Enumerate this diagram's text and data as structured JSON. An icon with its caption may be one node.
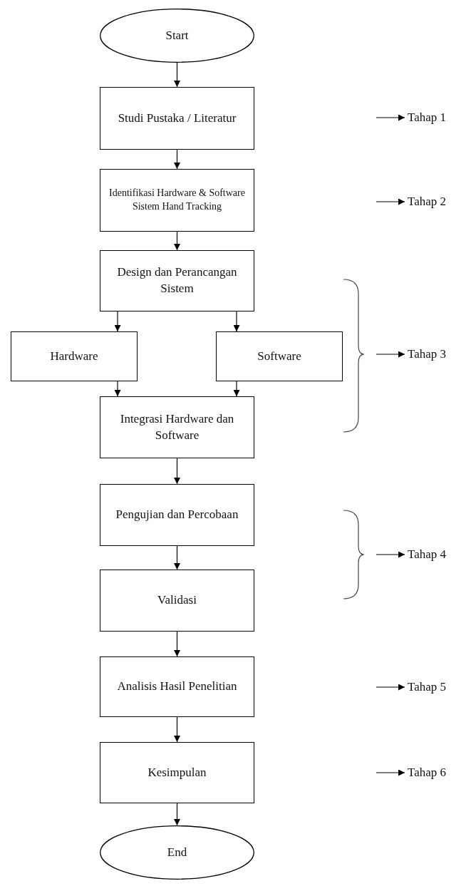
{
  "diagram": {
    "nodes": [
      {
        "text": [
          "Start"
        ]
      },
      {
        "text": [
          "Studi Pustaka / Literatur"
        ]
      },
      {
        "text": [
          "Tahap 1"
        ]
      },
      {
        "text": [
          "Identifikasi Hardware & Software Sistem Hand Tracking"
        ]
      },
      {
        "text": [
          "Tahap 2"
        ]
      },
      {
        "text": [
          "Design dan Perancangan Sistem"
        ]
      },
      {
        "text": [
          "Hardware"
        ]
      },
      {
        "text": [
          "Software"
        ]
      },
      {
        "text": [
          "Tahap 3"
        ]
      },
      {
        "text": [
          "Integrasi Hardware dan Software"
        ]
      },
      {
        "text": [
          "Pengujian dan Percobaan"
        ]
      },
      {
        "text": [
          "Tahap 4"
        ]
      },
      {
        "text": [
          "Validasi"
        ]
      },
      {
        "text": [
          "Analisis Hasil Penelitian"
        ]
      },
      {
        "text": [
          "Tahap 5"
        ]
      },
      {
        "text": [
          "Kesimpulan"
        ]
      },
      {
        "text": [
          "Tahap 6"
        ]
      },
      {
        "text": [
          "End"
        ]
      }
    ],
    "edges": [
      {
        "from": 0,
        "to": 1,
        "arrow": "to"
      },
      {
        "from": 1,
        "to": 3,
        "arrow": "to"
      },
      {
        "from": 3,
        "to": 5,
        "arrow": "to"
      },
      {
        "from": 5,
        "to": 6,
        "arrow": "to"
      },
      {
        "from": 5,
        "to": 7,
        "arrow": "to"
      },
      {
        "from": 6,
        "to": 9,
        "arrow": "to"
      },
      {
        "from": 7,
        "to": 9,
        "arrow": "to"
      },
      {
        "from": 9,
        "to": 10,
        "arrow": "to"
      },
      {
        "from": 10,
        "to": 12,
        "arrow": "to"
      },
      {
        "from": 12,
        "to": 13,
        "arrow": "to"
      },
      {
        "from": 13,
        "to": 15,
        "arrow": "to"
      },
      {
        "from": 15,
        "to": 17,
        "arrow": "to"
      },
      {
        "from": null,
        "to": 2,
        "arrow": "to"
      },
      {
        "from": null,
        "to": 4,
        "arrow": "to"
      },
      {
        "from": null,
        "to": 8,
        "arrow": "to"
      },
      {
        "from": null,
        "to": 11,
        "arrow": "to"
      },
      {
        "from": null,
        "to": 14,
        "arrow": "to"
      },
      {
        "from": null,
        "to": 16,
        "arrow": "to"
      }
    ]
  }
}
